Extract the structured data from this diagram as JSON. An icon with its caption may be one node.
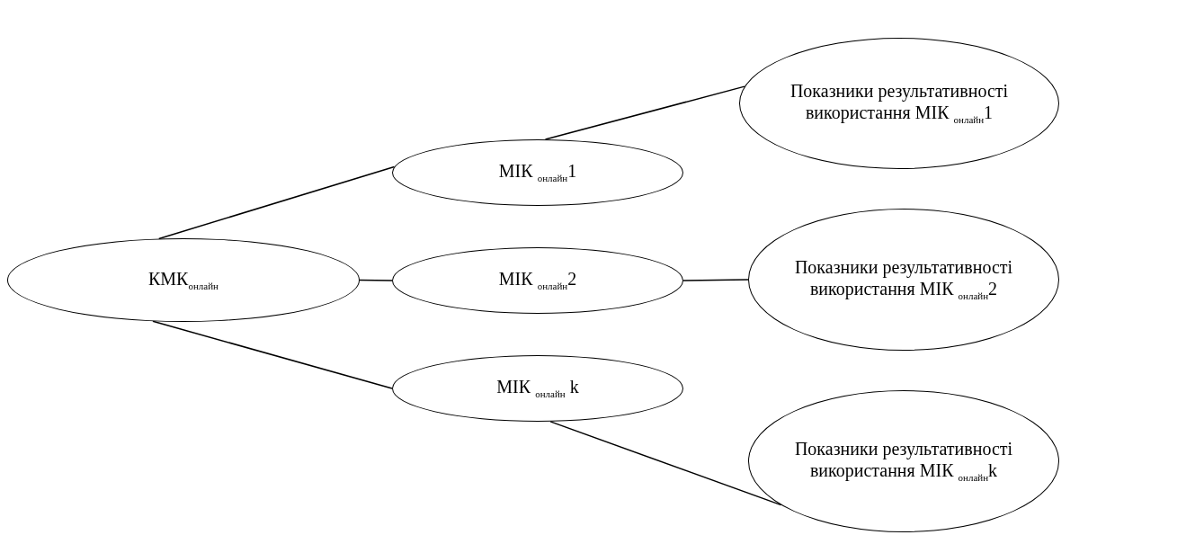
{
  "diagram": {
    "nodes": [
      {
        "text": [
          "КМК$_{онлайн}$"
        ]
      },
      {
        "text": [
          "МІК $_{онлайн}$1"
        ]
      },
      {
        "text": [
          "МІК $_{онлайн}$2"
        ]
      },
      {
        "text": [
          "МІК $_{онлайн}$ k"
        ]
      },
      {
        "text": [
          "Показники результативності використання МІК $_{онлайн}$1"
        ]
      },
      {
        "text": [
          "Показники результативності використання МІК $_{онлайн}$2"
        ]
      },
      {
        "text": [
          "Показники результативності використання МІК $_{онлайн}$k"
        ]
      }
    ],
    "edges": [
      {
        "from": 0,
        "to": 1,
        "arrow": "none"
      },
      {
        "from": 0,
        "to": 2,
        "arrow": "none"
      },
      {
        "from": 0,
        "to": 3,
        "arrow": "none"
      },
      {
        "from": 1,
        "to": 4,
        "arrow": "none"
      },
      {
        "from": 2,
        "to": 5,
        "arrow": "none"
      },
      {
        "from": 3,
        "to": 6,
        "arrow": "none"
      }
    ]
  }
}
